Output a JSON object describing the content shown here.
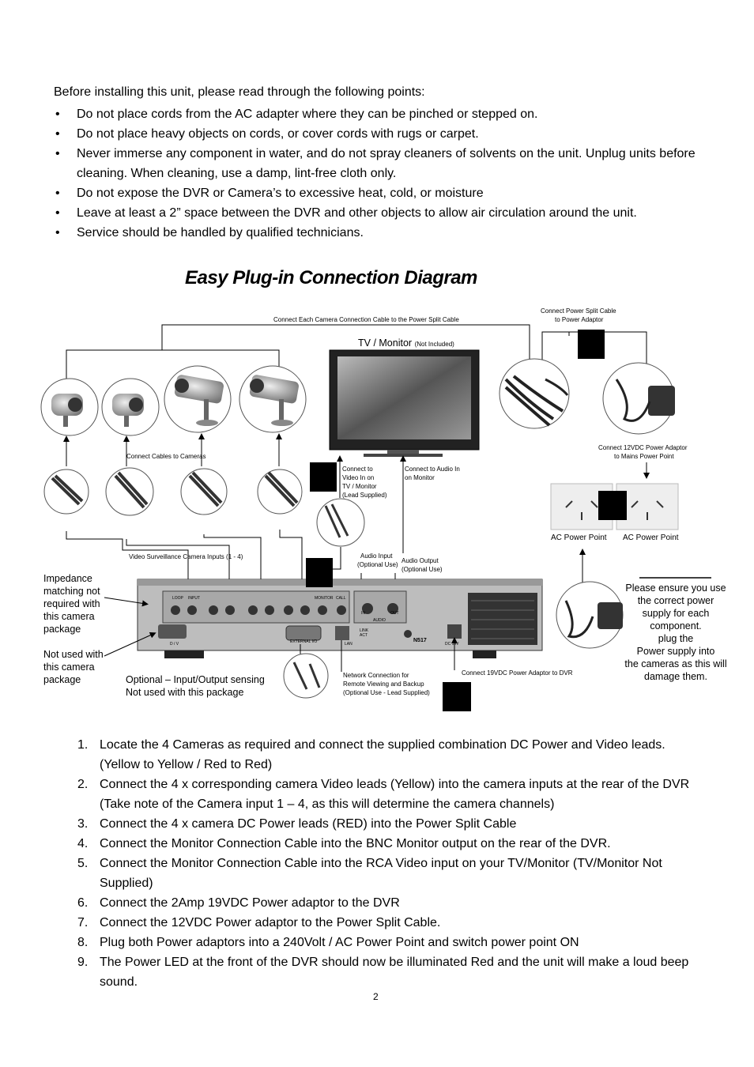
{
  "intro": "Before installing this unit, please read through the following points:",
  "bullets": [
    "Do not place cords from the AC adapter where they can be pinched or stepped on.",
    "Do not place heavy objects on cords, or cover cords with rugs or carpet.",
    "Never immerse any component in water, and do not spray cleaners of solvents on the unit. Unplug units before cleaning. When cleaning, use a damp, lint-free cloth only.",
    "Do not expose the DVR or Camera’s to excessive heat, cold, or moisture",
    "Leave at least a 2” space between the DVR and other objects to allow air circulation around the unit.",
    "Service should be handled by qualified technicians."
  ],
  "bullet_symbol": "•",
  "diagram": {
    "title": "Easy Plug-in Connection Diagram",
    "labels": {
      "each_camera": "Connect Each Camera Connection Cable to the Power Split Cable",
      "split_cable_line1": "Connect Power Split Cable",
      "split_cable_line2": "to Power Adaptor",
      "tv_monitor": "TV / Monitor",
      "not_included": "(Not Included)",
      "cables_to_cameras": "Connect Cables to Cameras",
      "video_in_1": "Connect to",
      "video_in_2": "Video In on",
      "video_in_3": "TV / Monitor",
      "video_in_4": "(Lead Supplied)",
      "audio_in_1": "Connect to Audio In",
      "audio_in_2": "on Monitor",
      "adaptor12_1": "Connect 12VDC Power Adaptor",
      "adaptor12_2": "to Mains Power Point",
      "ac_power_1": "AC Power Point",
      "ac_power_2": "AC Power Point",
      "camera_inputs": "Video Surveillance Camera Inputs (1 - 4)",
      "audio_input_1": "Audio Input",
      "audio_input_2": "(Optional Use)",
      "audio_output_1": "Audio Output",
      "audio_output_2": "(Optional Use)",
      "impedance": "Impedance matching not required with this camera package",
      "not_used": "Not used with this camera package",
      "optional_io_1": "Optional – Input/Output sensing",
      "optional_io_2": "Not used with this package",
      "network_1": "Network Connection for",
      "network_2": "Remote Viewing and Backup",
      "network_3": "(Optional Use - Lead Supplied)",
      "adaptor19": "Connect 19VDC Power Adaptor to DVR",
      "warning_1": "Please ensure you use",
      "warning_2": "the correct power",
      "warning_3": "supply for each",
      "warning_4": "component.",
      "warning_5": "plug the",
      "warning_6": "Power supply into",
      "warning_7": "the cameras as this will",
      "warning_8": "damage them.",
      "dvr_model": "N517",
      "panel_loop": "LOOP",
      "panel_input": "INPUT",
      "panel_monitor": "MONITOR",
      "panel_call": "CALL",
      "panel_audio": "AUDIO",
      "panel_in": "IN",
      "panel_out": "OUT",
      "panel_external_io": "EXTERNAL I/O",
      "panel_lan": "LAN",
      "panel_link": "LINK",
      "panel_act": "ACT",
      "panel_dc": "DC 19V",
      "panel_dv": "D / V"
    }
  },
  "steps": [
    {
      "num": "1.",
      "text": "Locate the 4 Cameras as required and connect the supplied combination DC Power and Video leads. (Yellow to Yellow / Red to Red)"
    },
    {
      "num": "2.",
      "text": "Connect the 4 x corresponding camera Video leads (Yellow) into the camera inputs at the rear of the DVR (Take note of the Camera input 1 – 4, as this will determine the camera channels)"
    },
    {
      "num": "3.",
      "text": "Connect the 4 x camera DC Power leads (RED) into the Power Split Cable"
    },
    {
      "num": "4.",
      "text": "Connect the Monitor Connection Cable into the BNC Monitor output on the rear of the DVR."
    },
    {
      "num": "5.",
      "text": "Connect the Monitor Connection Cable into the RCA Video input on your TV/Monitor (TV/Monitor Not Supplied)"
    },
    {
      "num": "6.",
      "text": "Connect the 2Amp 19VDC Power adaptor to the DVR"
    },
    {
      "num": "7.",
      "text": "Connect the 12VDC Power adaptor to the Power Split Cable."
    },
    {
      "num": "8.",
      "text": "Plug both Power adaptors into a 240Volt / AC Power Point and switch power point ON"
    },
    {
      "num": "9.",
      "text": "The Power LED at the front of the DVR should now be illuminated Red and the unit will make a loud beep sound."
    }
  ],
  "page_number": "2"
}
